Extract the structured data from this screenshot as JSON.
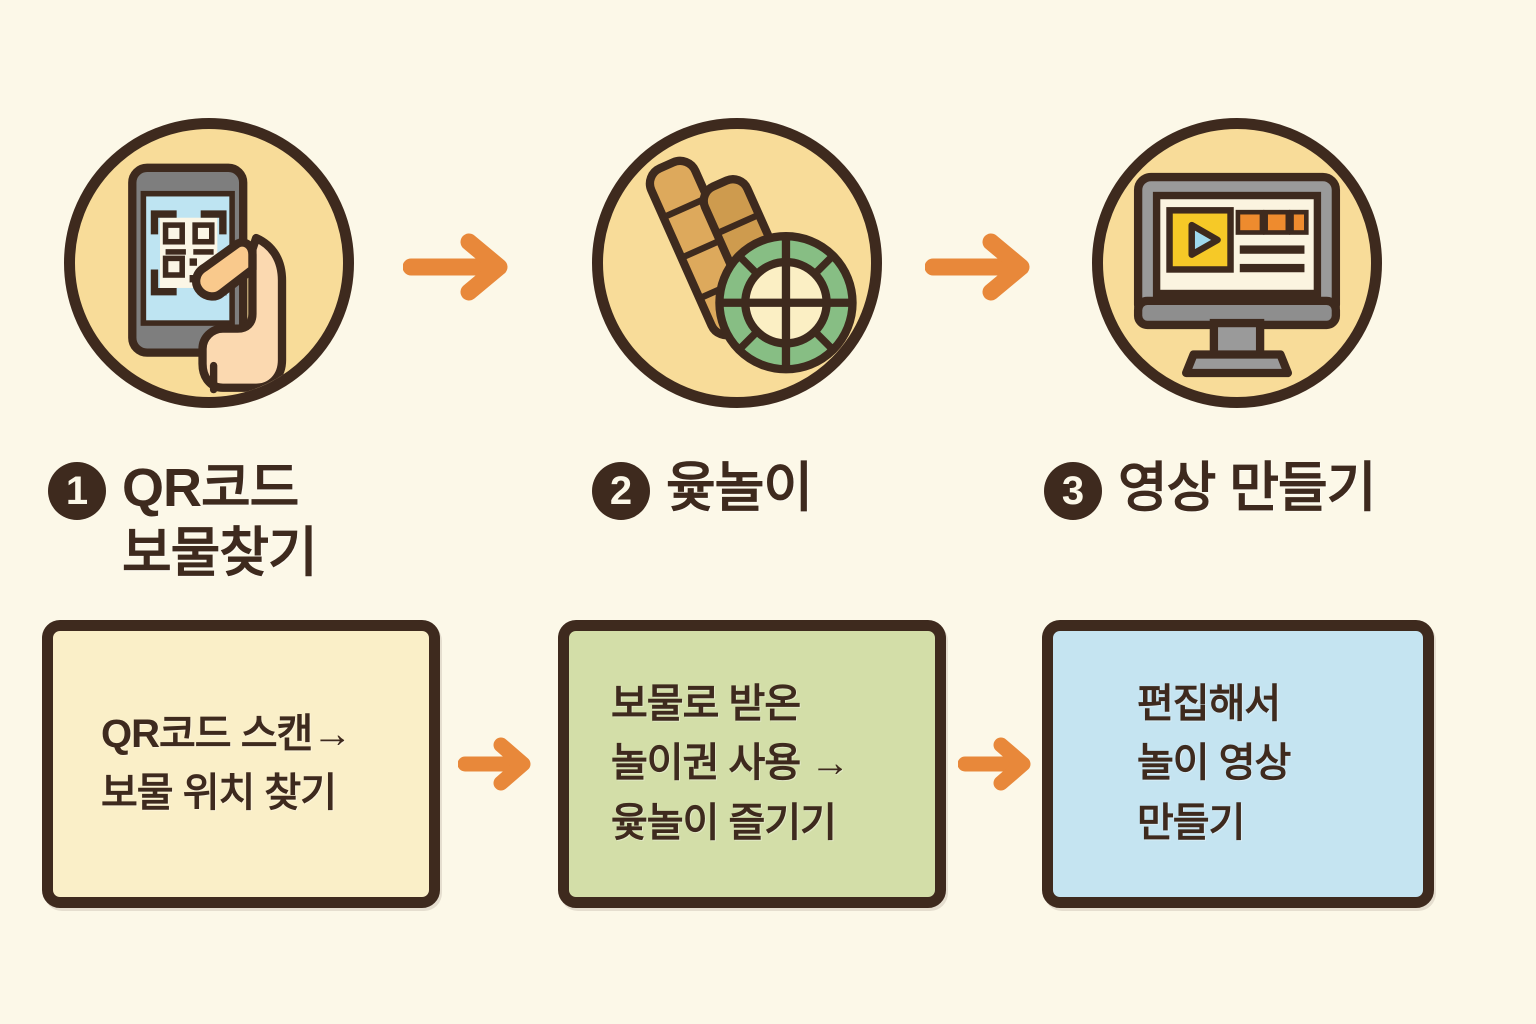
{
  "page": {
    "background_color": "#FCF8E8",
    "ink_color": "#3E2A1E",
    "accent_arrow_color": "#E8883A"
  },
  "steps": [
    {
      "number": "1",
      "title": "QR코드\n보물찾기",
      "icon_name": "qr-phone-scan-icon",
      "icon_circle_color": "#F8DC99",
      "card_text": "QR코드 스캔→\n보물 위치 찾기",
      "card_color": "#FAEFC8"
    },
    {
      "number": "2",
      "title": "윷놀이",
      "icon_name": "yut-sticks-board-icon",
      "icon_circle_color": "#F8DC99",
      "card_text": "보물로 받온\n놀이권 사용 →\n윷놀이 즐기기",
      "card_color": "#D3DEA8"
    },
    {
      "number": "3",
      "title": "영상 만들기",
      "icon_name": "video-editing-monitor-icon",
      "icon_circle_color": "#F8DC99",
      "card_text": "편집해서\n놀이 영상\n만들기",
      "card_color": "#C5E4F1"
    }
  ],
  "arrows": {
    "top": [
      {
        "name": "arrow-step1-to-step2",
        "direction": "right"
      },
      {
        "name": "arrow-step2-to-step3",
        "direction": "right"
      }
    ],
    "bottom": [
      {
        "name": "arrow-card1-to-card2",
        "direction": "right"
      },
      {
        "name": "arrow-card2-to-card3",
        "direction": "right"
      }
    ]
  }
}
